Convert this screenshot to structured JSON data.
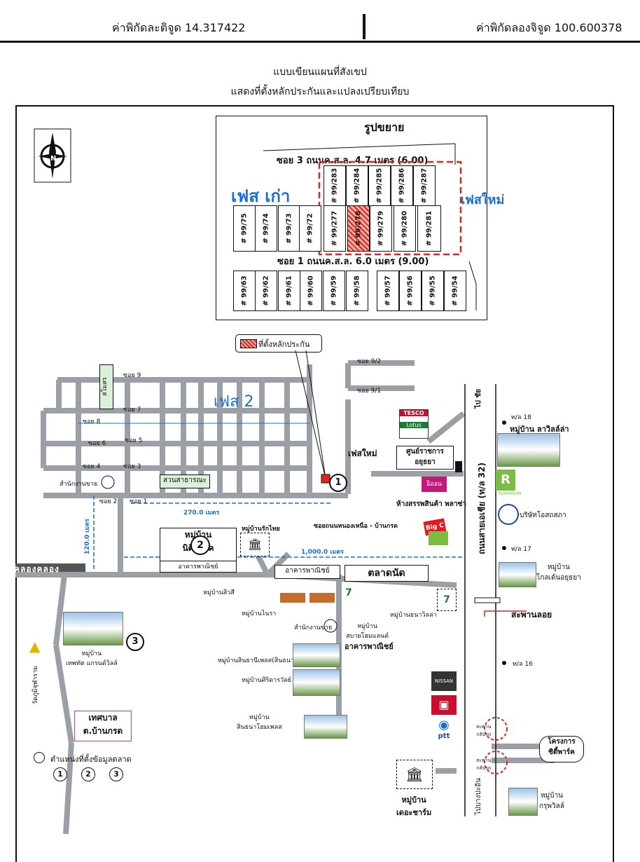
{
  "header": {
    "lat_label": "ค่าพิกัดละติจูด 14.317422",
    "lng_label": "ค่าพิกัดลองจิจูด 100.600378"
  },
  "title": {
    "line1": "แบบเขียนแผนที่สังเขป",
    "line2": "แสดงที่ตั้งหลักประกันและแปลงเปรียบเทียบ"
  },
  "inset": {
    "heading": "รูปขยาย",
    "road_top": "ซอย 3  ถนนค.ส.ล. 4.7 เมตร (6.00)",
    "road_mid": "ซอย 1  ถนนค.ส.ล. 6.0 เมตร (9.00)",
    "phase_old": "เฟส เก่า",
    "phase_new": "เฟสใหม่",
    "row1": [
      "# 99/283",
      "# 99/284",
      "# 99/285",
      "# 99/286",
      "# 99/287"
    ],
    "row2": [
      "# 99/75",
      "# 99/74",
      "# 99/73",
      "# 99/72",
      "# 99/277",
      "# 99/278",
      "# 99/279",
      "# 99/280",
      "# 99/281"
    ],
    "row3": [
      "# 99/63",
      "# 99/62",
      "# 99/61",
      "# 99/60",
      "# 99/59",
      "# 99/58",
      "# 99/57",
      "# 99/56",
      "# 99/55",
      "# 99/54"
    ]
  },
  "legend_collateral": "ที่ตั้งหลักประกัน",
  "map": {
    "phase2": "เฟส 2",
    "phase_new": "เฟสใหม่",
    "soi": [
      "ซอย 9",
      "ซอย 7",
      "ซอย 8",
      "ซอย 6",
      "ซอย 5",
      "ซอย 4",
      "ซอย 3",
      "ซอย 2",
      "ซอย 1",
      "ซอย 9/2",
      "ซอย 9/1"
    ],
    "club": "สโมสร",
    "park": "สวนสาธารณะ",
    "sales_office": "สำนักงานขาย",
    "dist_270": "270.0 เมตร",
    "dist_120": "120.0 เมตร",
    "dist_1000": "1,000.0 เมตร",
    "village_nitipark": [
      "หมู่บ้าน",
      "นิติพาร์ค"
    ],
    "commercial": "อาคารพาณิชย์",
    "village_rakthai": "หมู่บ้านรักไทย",
    "canal": "คลองคลอง",
    "road_link": "ซอยถนนหนองเหนือ - บ้านกรด",
    "market": "ตลาดนัด",
    "commercial2": "อาคารพาณิชย์",
    "village_siwasi": "หมู่บ้านสิวสี",
    "village_noira": "หมู่บ้านไนรา",
    "village_banawit": "หมู่บ้านธนาวิลล่า",
    "village_sabai": [
      "หมู่บ้าน",
      "สบายโฮมแลนด์"
    ],
    "commercial3": "อาคารพาณิชย์",
    "sales_office2": "สำนักงานขาย",
    "village_sinthanee": "หมู่บ้านสินธานีเพลส(สินธนาเก่า)",
    "village_sithi": "หมู่บ้านศิริดารวัลย์",
    "village_sinthana": [
      "หมู่บ้าน",
      "สินธนาโฮมเพลส"
    ],
    "village_thephathip": [
      "หมู่บ้าน",
      "เทพทัต แกรนด์วิลล์"
    ],
    "temple": "วัดภูมิจุฬาราม",
    "municipality": [
      "เทศบาล",
      "ต.บ้านกรด"
    ],
    "legend_market": "ตำแหน่งที่ตั้งข้อมูลตลาด",
    "markers": [
      "1",
      "2",
      "3"
    ],
    "tesco_line1": "TESCO",
    "tesco_line2": "Lotus",
    "gov_center": [
      "ศูนย์ราชการ",
      "อยุธยา"
    ],
    "aeon": "อิออน",
    "mall": "ห้างสรรพสินค้า พลาซ่า",
    "robinson": "ROBINSON",
    "osotspa": "บริษัทโอสถสภา",
    "bigc": "Big C",
    "highway": "ถนนสายเอเชีย (ท/ล 32)",
    "to_north": "ไป ชัย",
    "km18": "ท/ล 18",
    "km17": "ท/ล 17",
    "km16": "ท/ล 16",
    "village_lavilla": "หมู่บ้าน ลาวิลล์ล่า",
    "village_golden": [
      "หมู่บ้าน",
      "โกลเด้นอยุธยา"
    ],
    "bridge": "สะพานลอย",
    "u_turn": [
      "สะพาน",
      "กลับรถ"
    ],
    "project_cityparc": [
      "โครงการ",
      "ซิตี้พาร์ค"
    ],
    "village_thecharm": [
      "หมู่บ้าน",
      "เดอะชาร์ม"
    ],
    "village_grandville": [
      "หมู่บ้าน",
      "กรุพวิลล์"
    ],
    "to_bangpain": "ไปบางปะอิน",
    "nissan": "NISSAN",
    "ptt": "ptt"
  },
  "colors": {
    "red_dash": "#e0261b",
    "blue_dash": "#1a6fd4",
    "road": "#9aa0a6",
    "green": "#1c7c33"
  }
}
